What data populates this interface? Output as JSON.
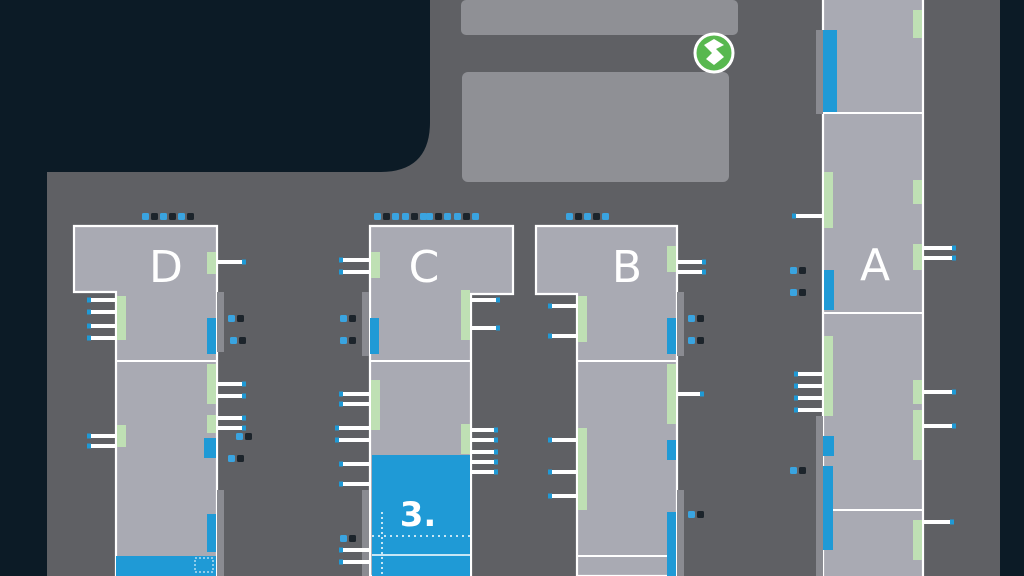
{
  "map": {
    "terminals": [
      {
        "id": "A",
        "label": "A"
      },
      {
        "id": "B",
        "label": "B"
      },
      {
        "id": "C",
        "label": "C"
      },
      {
        "id": "D",
        "label": "D"
      }
    ],
    "highlighted_area": {
      "label": "3."
    },
    "icons": {
      "compass": "compass-arrow-icon"
    },
    "colors": {
      "background": "#0c1b26",
      "apron": "#5f6064",
      "building": "#a9aab3",
      "highlight": "#1f9ad6",
      "door": "#bfe0b4",
      "compass": "#58b84f"
    }
  }
}
